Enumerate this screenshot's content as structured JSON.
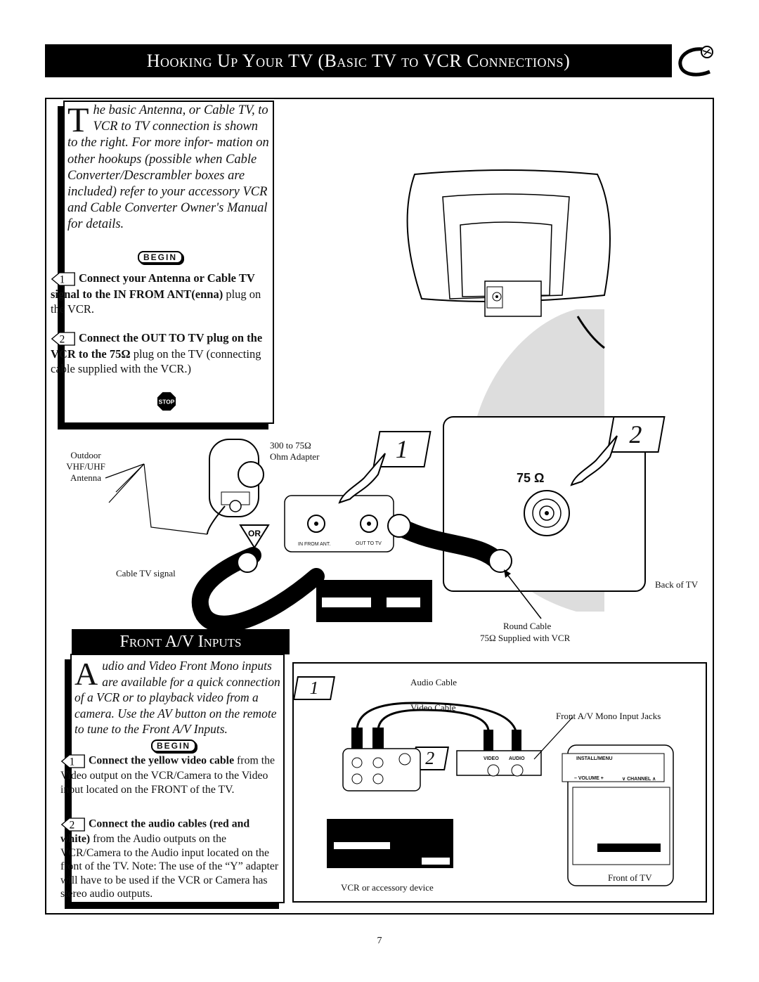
{
  "header": {
    "title": "Hooking Up Your TV (Basic TV to VCR Connections)"
  },
  "vcr_section": {
    "intro_dropcap": "T",
    "intro_text": "he basic Antenna, or Cable TV, to VCR to TV connection is shown to the right. For more infor- mation on other hookups (possible when Cable Converter/Descrambler boxes are included) refer to your accessory VCR and Cable Converter Owner's Manual for details.",
    "begin_label": "BEGIN",
    "step1_num": "1",
    "step1_bold": "Connect your Antenna or Cable TV signal to the IN FROM ANT(enna)",
    "step1_rest": " plug on the VCR.",
    "step2_num": "2",
    "step2_bold": "Connect the OUT TO TV plug on the VCR to the 75Ω",
    "step2_rest": " plug on the TV (connecting cable supplied with the VCR.)",
    "stop_label": "STOP"
  },
  "diagram1": {
    "outdoor_antenna": "Outdoor VHF/UHF Antenna",
    "adapter": "300 to 75Ω Ohm Adapter",
    "or_label": "OR",
    "cable_signal": "Cable TV signal",
    "in_from_ant": "IN FROM ANT.",
    "out_to_tv": "OUT TO TV",
    "callout1": "1",
    "callout2": "2",
    "ohm_label": "75 Ω",
    "back_of_tv": "Back of TV",
    "round_cable": "Round Cable",
    "supplied": "75Ω Supplied with VCR"
  },
  "front_section": {
    "title": "Front A/V Inputs",
    "intro_dropcap": "A",
    "intro_text": "udio and Video Front Mono inputs are available for a quick connection of a VCR or to playback video from a camera. Use the AV button on the remote to tune to the Front A/V Inputs.",
    "begin_label": "BEGIN",
    "step1_num": "1",
    "step1_bold": "Connect the yellow video cable",
    "step1_rest": " from the Video output on the VCR/Camera to the Video input located on the FRONT of the TV.",
    "step2_num": "2",
    "step2_bold": "Connect the audio cables (red and white)",
    "step2_rest": " from the Audio outputs on the VCR/Camera to the Audio input located on the front of the TV. Note: The use of the “Y” adapter will have to be used if the VCR or Camera has stereo audio outputs."
  },
  "diagram2": {
    "audio_cable": "Audio Cable",
    "video_cable": "Video Cable",
    "jacks": "Front A/V Mono Input Jacks",
    "callout1": "1",
    "callout2": "2",
    "video_label": "VIDEO",
    "audio_label": "AUDIO",
    "install_menu": "INSTALL/MENU",
    "volume": "– VOLUME +",
    "channel": "∨ CHANNEL ∧",
    "vcr_device": "VCR or accessory device",
    "front_of_tv": "Front of TV"
  },
  "footer": {
    "page_number": "7"
  }
}
